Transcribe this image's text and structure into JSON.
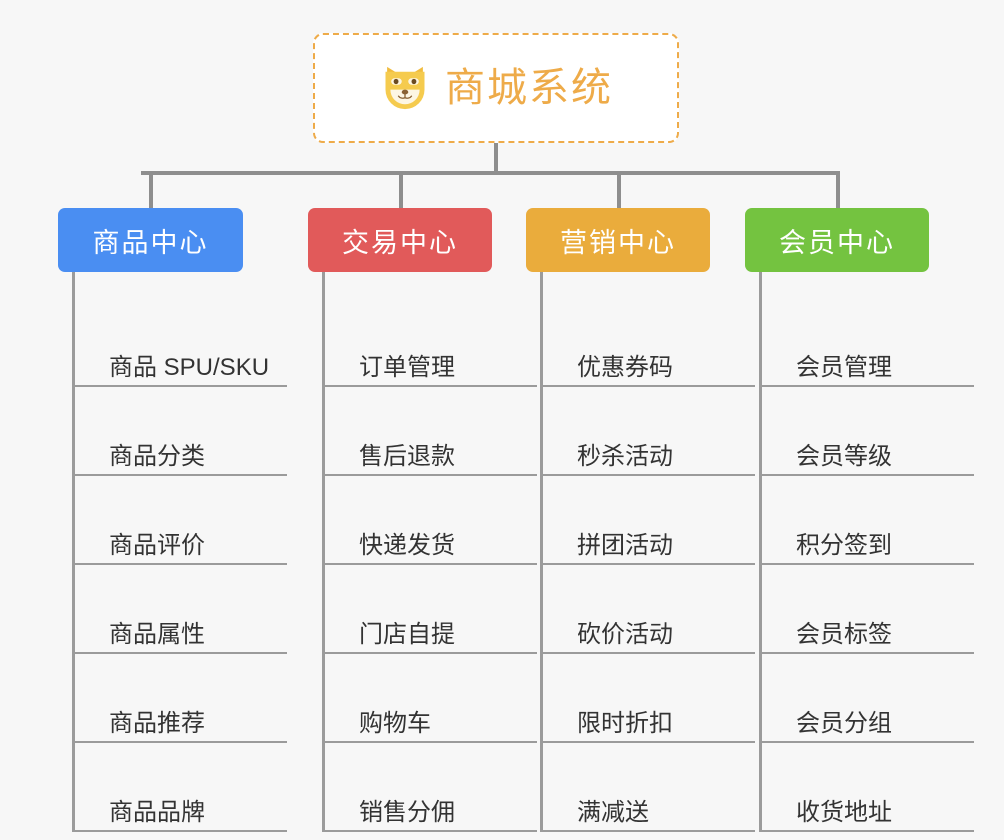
{
  "diagram": {
    "type": "mind-map",
    "background_color": "#f7f7f7",
    "connector_color": "#8e8e8e",
    "root": {
      "title": "商城系统",
      "icon": "shiba-dog-icon",
      "accent_color": "#eeab49",
      "border_style": "dashed"
    },
    "branches": [
      {
        "id": "product-center",
        "label": "商品中心",
        "color": "#4a8ef2",
        "items": [
          "商品 SPU/SKU",
          "商品分类",
          "商品评价",
          "商品属性",
          "商品推荐",
          "商品品牌"
        ]
      },
      {
        "id": "trade-center",
        "label": "交易中心",
        "color": "#e15a5a",
        "items": [
          "订单管理",
          "售后退款",
          "快递发货",
          "门店自提",
          "购物车",
          "销售分佣"
        ]
      },
      {
        "id": "marketing-center",
        "label": "营销中心",
        "color": "#eaac3c",
        "items": [
          "优惠券码",
          "秒杀活动",
          "拼团活动",
          "砍价活动",
          "限时折扣",
          "满减送"
        ]
      },
      {
        "id": "member-center",
        "label": "会员中心",
        "color": "#74c340",
        "items": [
          "会员管理",
          "会员等级",
          "积分签到",
          "会员标签",
          "会员分组",
          "收货地址"
        ]
      }
    ]
  }
}
